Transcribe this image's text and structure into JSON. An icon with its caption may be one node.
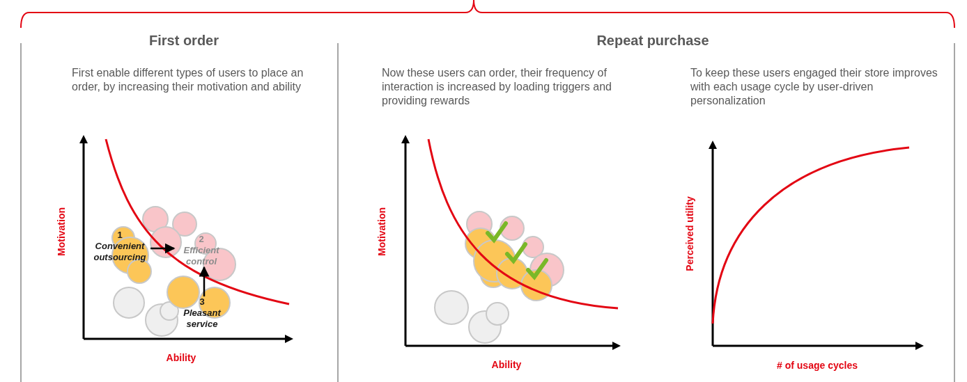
{
  "diagram": {
    "nodes": [
      {
        "text": [
          "1",
          "Convenient outsourcing"
        ]
      },
      {
        "text": [
          "2",
          "Efficient control"
        ]
      },
      {
        "text": [
          "3",
          "Pleasant service"
        ]
      }
    ],
    "edges": [
      {
        "from": 0,
        "to": 1,
        "arrow": "to"
      },
      {
        "from": 2,
        "to": 1,
        "arrow": "to"
      }
    ],
    "labels": [
      "First order",
      "Repeat purchase",
      "First enable different types of users to place an order, by increasing their motivation and ability",
      "Now these users can order, their frequency of interaction is increased by loading triggers and providing rewards",
      "To keep these users engaged their store improves with each usage cycle by user-driven personalization",
      "Motivation",
      "Ability",
      "Motivation",
      "Ability",
      "Perceived utility",
      "# of usage cycles"
    ]
  }
}
